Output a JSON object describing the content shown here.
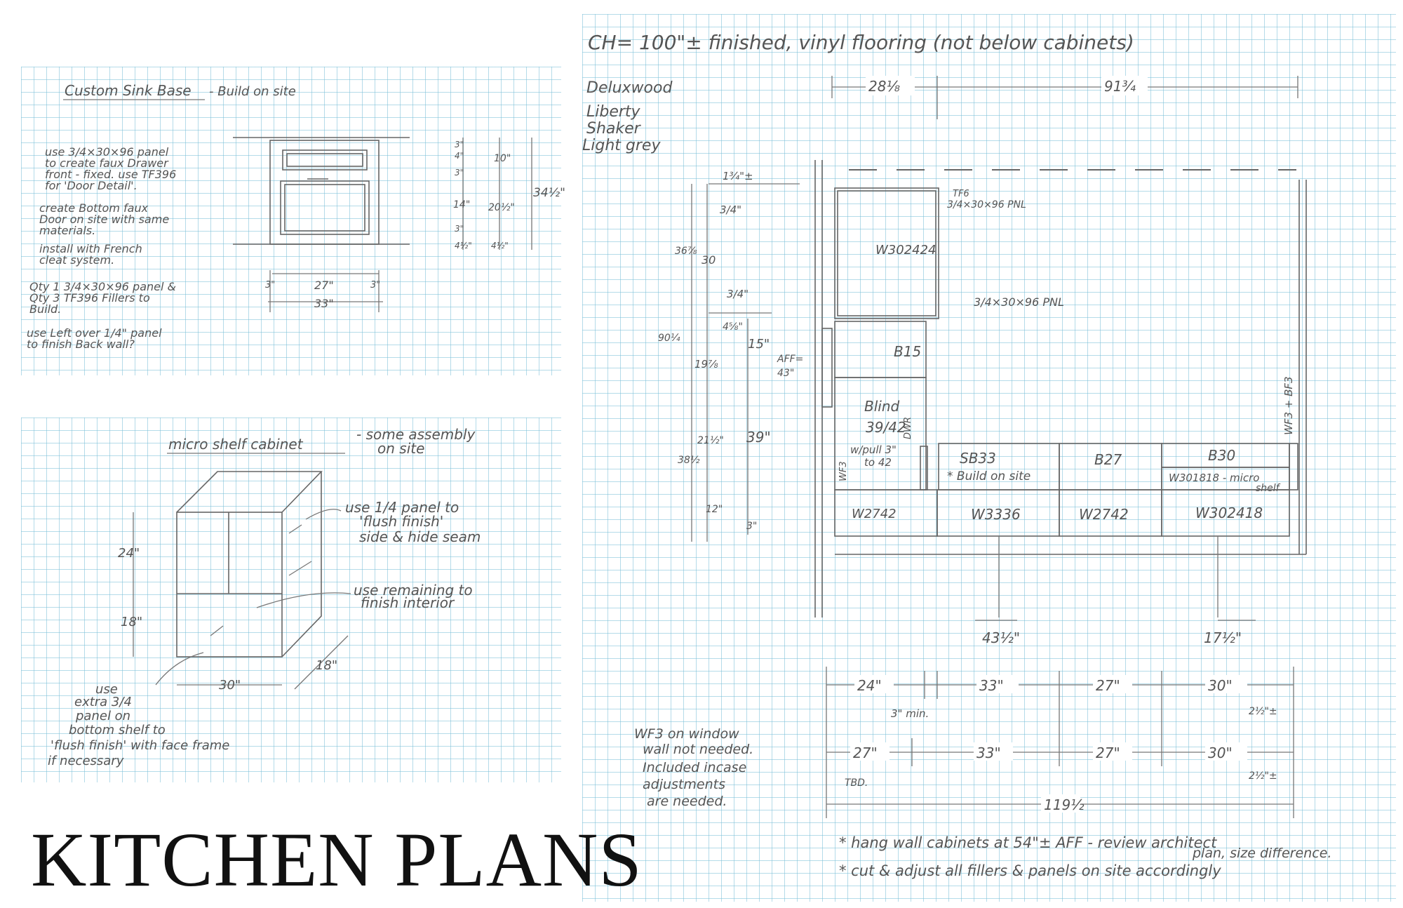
{
  "title": "KITCHEN PLANS",
  "sink_sheet": {
    "heading": "Custom Sink Base",
    "heading_note": "- Build on site",
    "notes": [
      "use 3/4×30×96 panel",
      "to create faux Drawer",
      "front - fixed. use TF396",
      "for 'Door Detail'.",
      "create Bottom faux",
      "Door on site with same",
      "materials.",
      "install with French",
      "cleat system.",
      "Qty 1 3/4×30×96 panel &",
      "Qty 3 TF396 Fillers to",
      "Build.",
      "use Left over 1/4\" panel",
      "to finish Back wall?"
    ],
    "dims": {
      "left_filler": "3\"",
      "center_width": "27\"",
      "right_filler": "3\"",
      "overall_width": "33\"",
      "top_rail": "3\"",
      "drawer_h": "4\"",
      "mid_rail": "3\"",
      "door_h": "14\"",
      "bottom_rail": "3\"",
      "toe_kick": "4½\"",
      "drawer_h2": "10\"",
      "door_h2": "20½\"",
      "toe_kick2": "4½\"",
      "total_h": "34½\""
    }
  },
  "micro_sheet": {
    "heading": "micro shelf cabinet",
    "heading_note": "- some assembly",
    "heading_note2": "on site",
    "callout1": [
      "use 1/4 panel to",
      "'flush finish'",
      "side & hide seam"
    ],
    "callout2": [
      "use remaining to",
      "finish interior"
    ],
    "bottom_note": [
      "use",
      "extra 3/4",
      "panel on",
      "bottom shelf to",
      "'flush finish' with face frame",
      "if necessary"
    ],
    "dims": {
      "upper": "24\"",
      "lower": "18\"",
      "width": "30\"",
      "depth": "18\""
    }
  },
  "plan_sheet": {
    "ceiling_note": "CH= 100\"± finished, vinyl flooring (not below cabinets)",
    "brand": [
      "Deluxwood",
      "Liberty",
      "Shaker",
      "Light grey"
    ],
    "top_dims": [
      "28⅛",
      "91¾"
    ],
    "wall_cabinet": "W302424",
    "panel_notes": [
      "TF6",
      "3/4×30×96 PNL",
      "3/4×30×96 PNL"
    ],
    "b15": "B15",
    "blind": [
      "Blind",
      "39/42",
      "w/pull 3\"",
      "to 42"
    ],
    "dwr": "DWR",
    "wf3_left": "WF3",
    "wf3_right": "WF3 + BF3",
    "base_row": [
      {
        "code": "SB33",
        "note": "* Build on site"
      },
      {
        "code": "B27",
        "note": ""
      },
      {
        "code": "B30",
        "note": ""
      }
    ],
    "micro_label": [
      "W301818 - micro",
      "shelf"
    ],
    "wall_row": [
      "W2742",
      "W3336",
      "W2742",
      "W302418"
    ],
    "center_marks": [
      "43½\"",
      "17½\""
    ],
    "elev_dims": {
      "d1": "1¾\"±",
      "d2": "3/4\"",
      "d3": "36⅞",
      "d4": "30",
      "d5": "3/4\"",
      "d6": "4⅝\"",
      "d7": "90¼",
      "d8": "19⅞",
      "d9": "15\"",
      "d10": "AFF=",
      "d11": "43\"",
      "d12": "21½\"",
      "d13": "39\"",
      "d14": "38½",
      "d15": "12\"",
      "d16": "3\""
    },
    "row1_dims": [
      "24\"",
      "33\"",
      "27\"",
      "30\""
    ],
    "row1_notes": [
      "3\" min.",
      "2½\"±"
    ],
    "row2_dims": [
      "27\"",
      "33\"",
      "27\"",
      "30\""
    ],
    "row2_notes": [
      "TBD.",
      "2½\"±"
    ],
    "overall": "119½",
    "wf3_note": [
      "WF3 on window",
      "wall not needed.",
      "Included incase",
      "adjustments",
      "are needed."
    ],
    "footnotes": [
      "* hang wall cabinets at 54\"± AFF - review architect",
      "plan, size difference.",
      "* cut & adjust all fillers & panels on site accordingly"
    ]
  }
}
